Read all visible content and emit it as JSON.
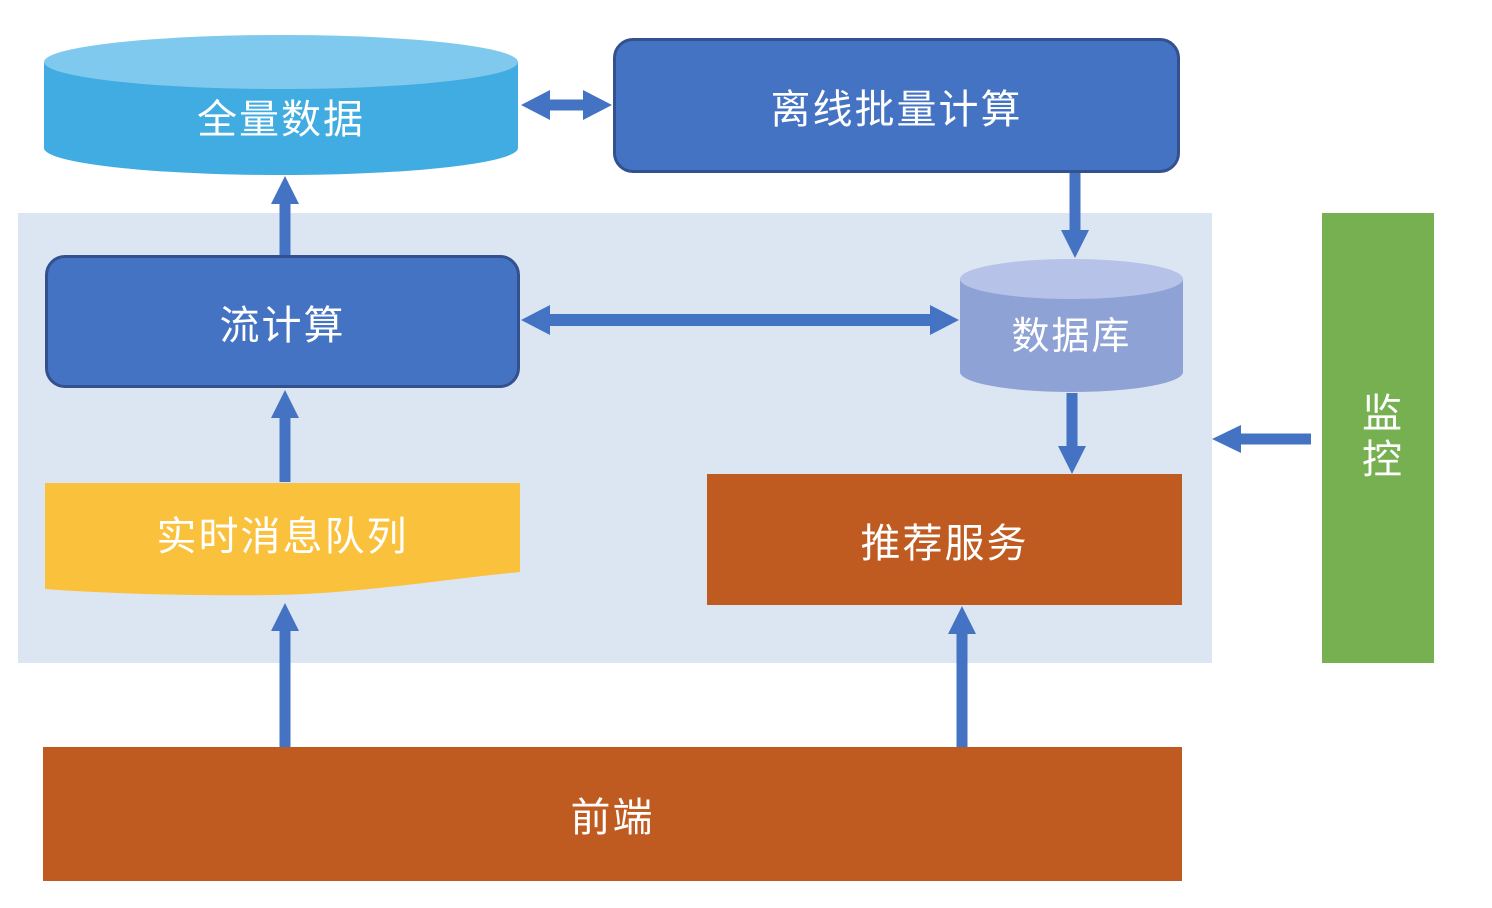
{
  "diagram": {
    "nodes": {
      "full_data": {
        "label": "全量数据",
        "shape": "cylinder"
      },
      "offline_batch": {
        "label": "离线批量计算",
        "shape": "rounded-rectangle"
      },
      "stream_compute": {
        "label": "流计算",
        "shape": "rounded-rectangle"
      },
      "database": {
        "label": "数据库",
        "shape": "cylinder"
      },
      "realtime_queue": {
        "label": "实时消息队列",
        "shape": "wave"
      },
      "recommend_service": {
        "label": "推荐服务",
        "shape": "rectangle"
      },
      "frontend": {
        "label": "前端",
        "shape": "rectangle"
      },
      "monitor": {
        "label": "监控",
        "shape": "rectangle",
        "orientation": "vertical"
      }
    },
    "edges": [
      {
        "from": "full_data",
        "to": "offline_batch",
        "direction": "bidirectional"
      },
      {
        "from": "offline_batch",
        "to": "database",
        "direction": "down"
      },
      {
        "from": "stream_compute",
        "to": "full_data",
        "direction": "up"
      },
      {
        "from": "stream_compute",
        "to": "database",
        "direction": "bidirectional"
      },
      {
        "from": "database",
        "to": "recommend_service",
        "direction": "down"
      },
      {
        "from": "realtime_queue",
        "to": "stream_compute",
        "direction": "up"
      },
      {
        "from": "frontend",
        "to": "realtime_queue",
        "direction": "up"
      },
      {
        "from": "frontend",
        "to": "recommend_service",
        "direction": "up"
      },
      {
        "from": "monitor",
        "to": "realtime_panel",
        "direction": "left"
      }
    ],
    "colors": {
      "sky_cylinder_body": "#41ACE1",
      "sky_cylinder_top": "#7FC9EE",
      "blue_box": "#4573C4",
      "blue_box_border": "#33508F",
      "lavender_cylinder_body": "#8FA2D6",
      "lavender_cylinder_top": "#B6C2E7",
      "yellow_wave": "#FAC13D",
      "orange_box": "#BF5B21",
      "green_box": "#76B051",
      "panel_bg": "#DCE6F2",
      "arrow": "#4573C4",
      "text": "#FFFFFF"
    }
  }
}
